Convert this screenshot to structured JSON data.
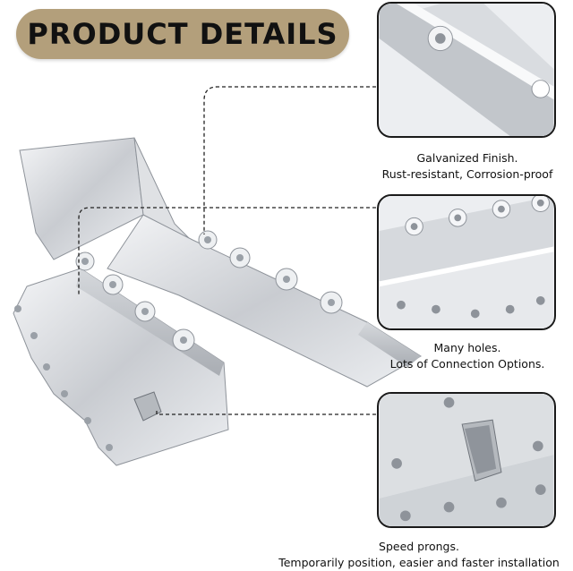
{
  "banner": {
    "title": "PRODUCT DETAILS"
  },
  "features": [
    {
      "line1": "Galvanized Finish.",
      "line2": "Rust-resistant, Corrosion-proof"
    },
    {
      "line1": "Many holes.",
      "line2": "Lots of Connection Options."
    },
    {
      "line1": "Speed prongs.",
      "line2": "Temporarily position, easier and faster installation"
    }
  ]
}
